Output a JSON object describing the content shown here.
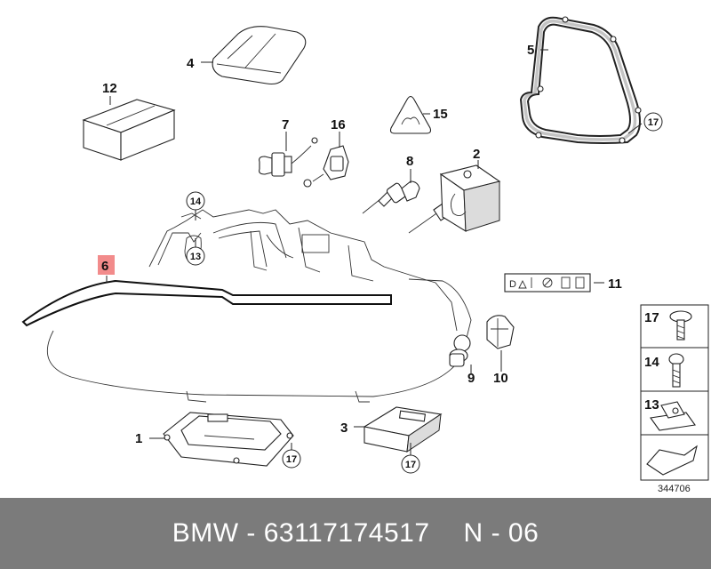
{
  "callouts": {
    "p1": "1",
    "p2": "2",
    "p3": "3",
    "p4": "4",
    "p5": "5",
    "p6": "6",
    "p7": "7",
    "p8": "8",
    "p9": "9",
    "p10": "10",
    "p11": "11",
    "p12": "12",
    "p13": "13",
    "p14": "14",
    "p15": "15",
    "p16": "16",
    "p17": "17"
  },
  "legend": {
    "i17": "17",
    "i14": "14",
    "i13": "13"
  },
  "code": "344706",
  "footer": {
    "brand": "BMW",
    "sep1": "-",
    "part_number": "63117174517",
    "n_label": "N",
    "sep2": "-",
    "n_value": "06"
  },
  "colors": {
    "highlight_box": "#f28b8b",
    "footer_bg": "#7b7b7b",
    "footer_text": "#ffffff"
  }
}
